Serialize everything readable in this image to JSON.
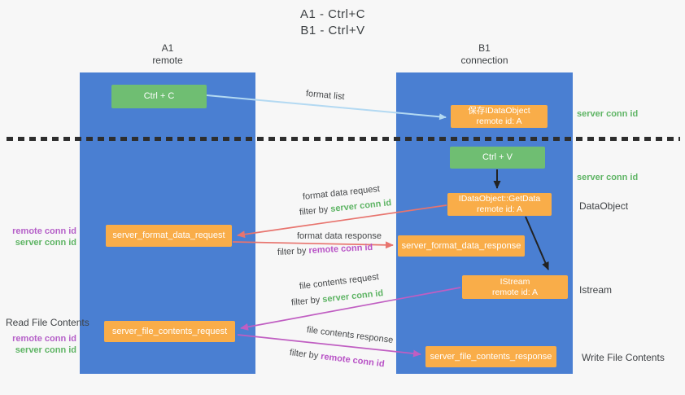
{
  "title": {
    "line1": "A1 - Ctrl+C",
    "line2": "B1 - Ctrl+V"
  },
  "lanes": {
    "a": {
      "name": "A1",
      "subtitle": "remote"
    },
    "b": {
      "name": "B1",
      "subtitle": "connection"
    }
  },
  "nodes": {
    "ctrl_c": "Ctrl + C",
    "ctrl_v": "Ctrl + V",
    "save_idataobject": {
      "line1": "保存IDataObject",
      "line2": "remote id: A"
    },
    "getdata": {
      "line1": "IDataObject::GetData",
      "line2": "remote id: A"
    },
    "istream": {
      "line1": "IStream",
      "line2": "remote id: A"
    },
    "format_request": "server_format_data_request",
    "format_response": "server_format_data_response",
    "file_request": "server_file_contents_request",
    "file_response": "server_file_contents_response"
  },
  "labels": {
    "format_list": "format list",
    "format_data_request": "format data request",
    "format_data_response": "format data response",
    "file_contents_request": "file contents request",
    "file_contents_response": "file contents response",
    "filter_by": "filter by ",
    "server_conn_id": "server conn id",
    "remote_conn_id": "remote conn id",
    "read_file_contents": "Read File Contents",
    "write_file_contents": "Write File Contents",
    "dataobject": "DataObject",
    "istream_side": "Istream"
  },
  "colors": {
    "lane_blue": "#4a7fd2",
    "node_green": "#6fbe72",
    "node_orange": "#f9ad49",
    "arrow_salmon": "#e8746e",
    "arrow_magenta": "#c05ec2",
    "arrow_lightblue": "#b3d9f2",
    "arrow_black": "#222222",
    "text_green": "#5eb464",
    "text_purple": "#b55fc8",
    "background": "#f7f7f7"
  }
}
